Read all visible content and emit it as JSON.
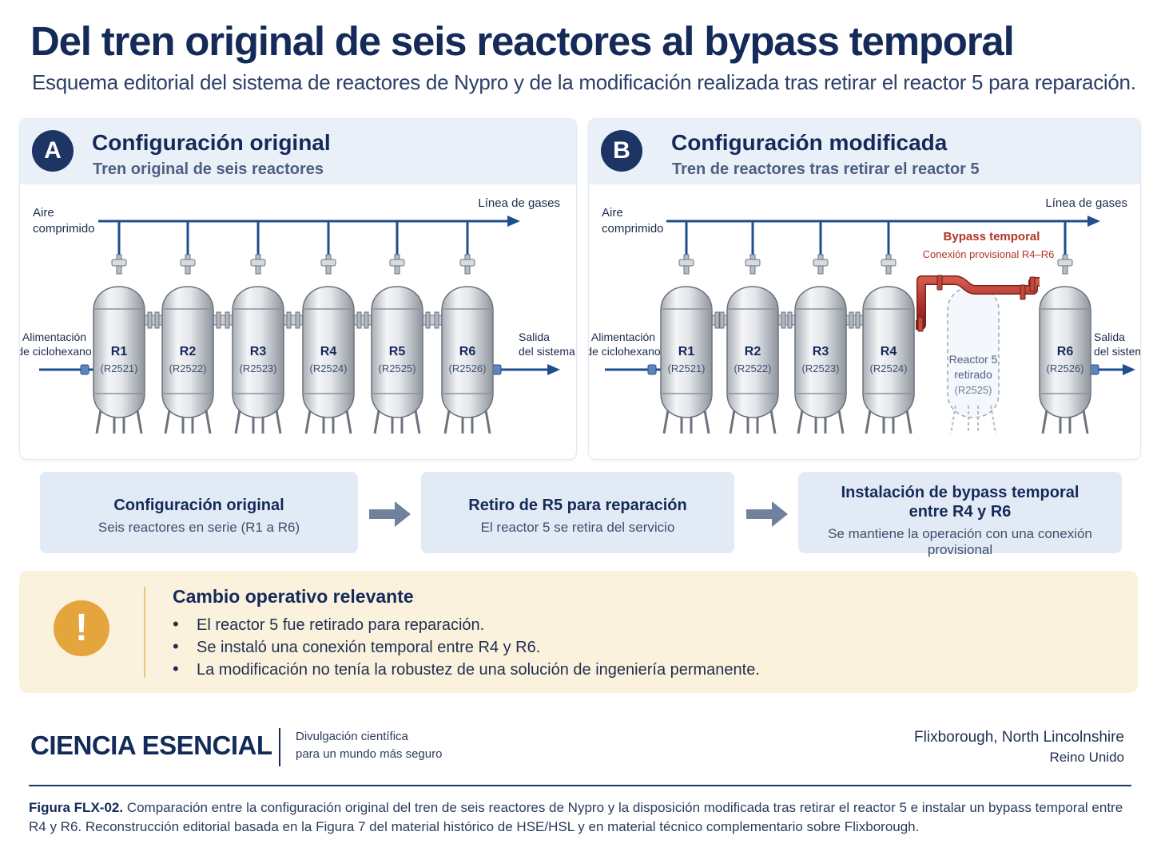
{
  "header": {
    "title": "Del tren original de seis reactores al bypass temporal",
    "subtitle": "Esquema editorial del sistema de reactores de Nypro y de la modificación realizada tras retirar el reactor 5 para reparación."
  },
  "panels": [
    {
      "badge": "A",
      "title": "Configuración original",
      "subtitle": "Tren original de seis reactores",
      "air_label": [
        "Aire",
        "comprimido"
      ],
      "gas_label": "Línea de gases",
      "feed_label": [
        "Alimentación",
        "de ciclohexano"
      ],
      "outlet_label": [
        "Salida",
        "del sistema"
      ],
      "reactors": [
        {
          "name": "R1",
          "code": "(R2521)"
        },
        {
          "name": "R2",
          "code": "(R2522)"
        },
        {
          "name": "R3",
          "code": "(R2523)"
        },
        {
          "name": "R4",
          "code": "(R2524)"
        },
        {
          "name": "R5",
          "code": "(R2525)"
        },
        {
          "name": "R6",
          "code": "(R2526)"
        }
      ]
    },
    {
      "badge": "B",
      "title": "Configuración modificada",
      "subtitle": "Tren de reactores tras retirar el reactor 5",
      "air_label": [
        "Aire",
        "comprimido"
      ],
      "gas_label": "Línea de gases",
      "feed_label": [
        "Alimentación",
        "de ciclohexano"
      ],
      "outlet_label": [
        "Salida",
        "del sistema"
      ],
      "bypass_title": "Bypass temporal",
      "bypass_subtitle": "Conexión provisional R4–R6",
      "removed_label": [
        "Reactor 5",
        "retirado",
        "(R2525)"
      ],
      "reactors": [
        {
          "name": "R1",
          "code": "(R2521)"
        },
        {
          "name": "R2",
          "code": "(R2522)"
        },
        {
          "name": "R3",
          "code": "(R2523)"
        },
        {
          "name": "R4",
          "code": "(R2524)"
        },
        {
          "name": "R6",
          "code": "(R2526)"
        }
      ]
    }
  ],
  "steps": [
    {
      "title": "Configuración original",
      "desc": "Seis reactores en serie (R1 a R6)"
    },
    {
      "title": "Retiro de R5 para reparación",
      "desc": "El reactor 5 se retira del servicio"
    },
    {
      "title_lines": [
        "Instalación de bypass temporal",
        "entre R4 y R6"
      ],
      "desc": "Se mantiene la operación con una conexión provisional"
    }
  ],
  "warning": {
    "icon": "!",
    "title": "Cambio operativo relevante",
    "items": [
      "El reactor 5 fue retirado para reparación.",
      "Se instaló una conexión temporal entre R4 y R6.",
      "La modificación no tenía la robustez de una solución de ingeniería permanente."
    ]
  },
  "footer": {
    "brand": "CIENCIA ESENCIAL",
    "tagline": [
      "Divulgación científica",
      "para un mundo más seguro"
    ],
    "location_line1": "Flixborough, North Lincolnshire",
    "location_line2": "Reino Unido",
    "caption_label": "Figura FLX-02.",
    "caption_text": "Comparación entre la configuración original del tren de seis reactores de Nypro y la disposición modificada tras retirar el reactor 5 e instalar un bypass temporal entre R4 y R6. Reconstrucción editorial basada en la Figura 7 del material histórico de HSE/HSL y en material técnico complementario sobre Flixborough."
  },
  "colors": {
    "navy": "#142a58",
    "pipe_blue": "#1f4e8c",
    "bypass_red": "#b0342a",
    "warning_bg": "#fbf2de",
    "warning_icon": "#e4a53d",
    "step_bg": "#e2ebf5"
  }
}
